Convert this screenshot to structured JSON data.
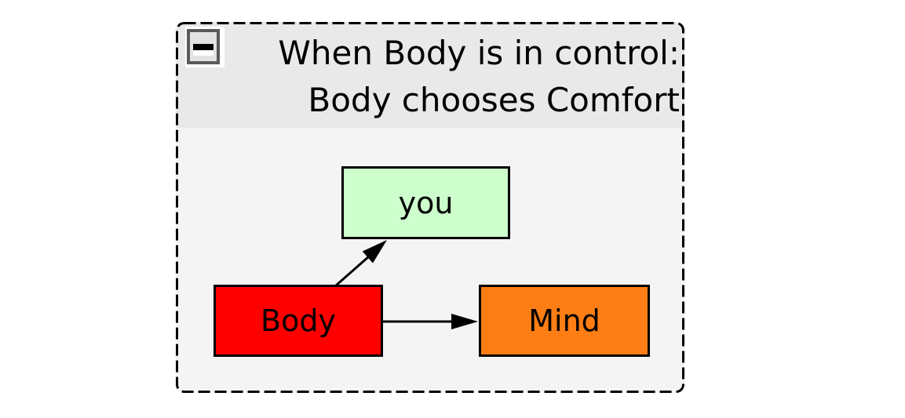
{
  "panel": {
    "header": {
      "collapse_button": {
        "icon": "minus-icon"
      },
      "title_lines": [
        "When Body is in control:",
        "Body chooses Comfort"
      ]
    },
    "colors": {
      "panel_bg": "#f4f4f4",
      "header_bg": "#e9e9e9",
      "border": "#000000"
    }
  },
  "diagram": {
    "nodes": [
      {
        "id": "you",
        "label": "you",
        "fill": "#ccffcc"
      },
      {
        "id": "body",
        "label": "Body",
        "fill": "#ff0000"
      },
      {
        "id": "mind",
        "label": "Mind",
        "fill": "#fd7e14"
      }
    ],
    "edges": [
      {
        "from": "body",
        "to": "you"
      },
      {
        "from": "body",
        "to": "mind"
      }
    ],
    "edge_color": "#000000"
  }
}
